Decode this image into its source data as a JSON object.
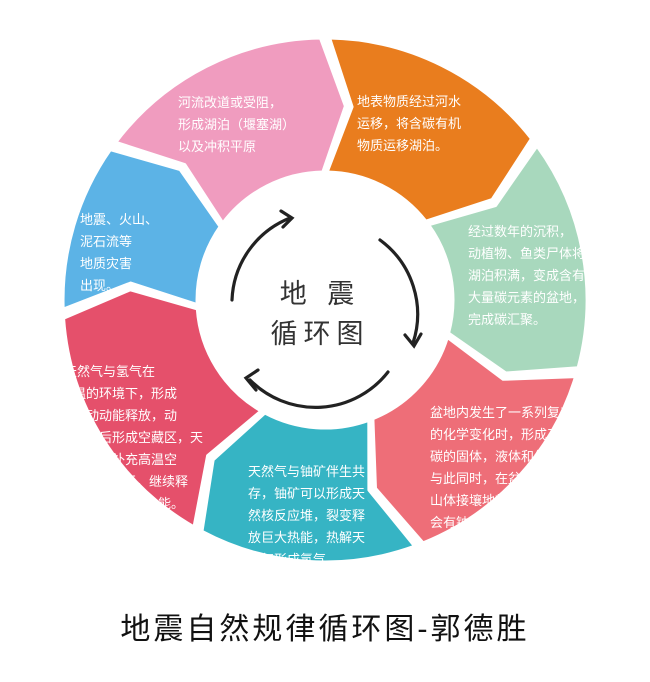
{
  "center": {
    "line1": "地 震",
    "line2": "循环图"
  },
  "caption": "地震自然规律循环图-郭德胜",
  "segments": [
    {
      "color": "#E97D1E",
      "lines": [
        "地表物质经过河水",
        "运移，将含碳有机",
        "物质运移湖泊。"
      ]
    },
    {
      "color": "#A8D8BD",
      "lines": [
        "经过数年的沉积，",
        "动植物、鱼类尸体将",
        "湖泊积满，变成含有",
        "大量碳元素的盆地，",
        "完成碳汇聚。"
      ]
    },
    {
      "color": "#EE6E78",
      "lines": [
        "盆地内发生了一系列复杂",
        "的化学变化时，形成了含",
        "碳的固体，液体和气体，",
        "与此同时，在盆地与",
        "山体接壤地带，",
        "会有铀矿出现。"
      ]
    },
    {
      "color": "#36B4C4",
      "lines": [
        "天然气与铀矿伴生共",
        "存，铀矿可以形成天",
        "然核反应堆，裂变释",
        "放巨大热能，热解天",
        "然气形成氢气。"
      ]
    },
    {
      "color": "#E5506B",
      "lines": [
        "天然气与氢气在",
        "高温的环境下，形成",
        "巨大动动能释放，动",
        "能释放后形成空藏区，天",
        "然气继续补充高温空",
        "藏区，继续释",
        "放动能。"
      ]
    },
    {
      "color": "#5CB3E6",
      "lines": [
        "地震、火山、",
        "泥石流等",
        "地质灾害",
        "出现。"
      ]
    },
    {
      "color": "#F09CBF",
      "lines": [
        "河流改道或受阻，",
        "形成湖泊（堰塞湖）",
        "以及冲积平原"
      ]
    }
  ]
}
